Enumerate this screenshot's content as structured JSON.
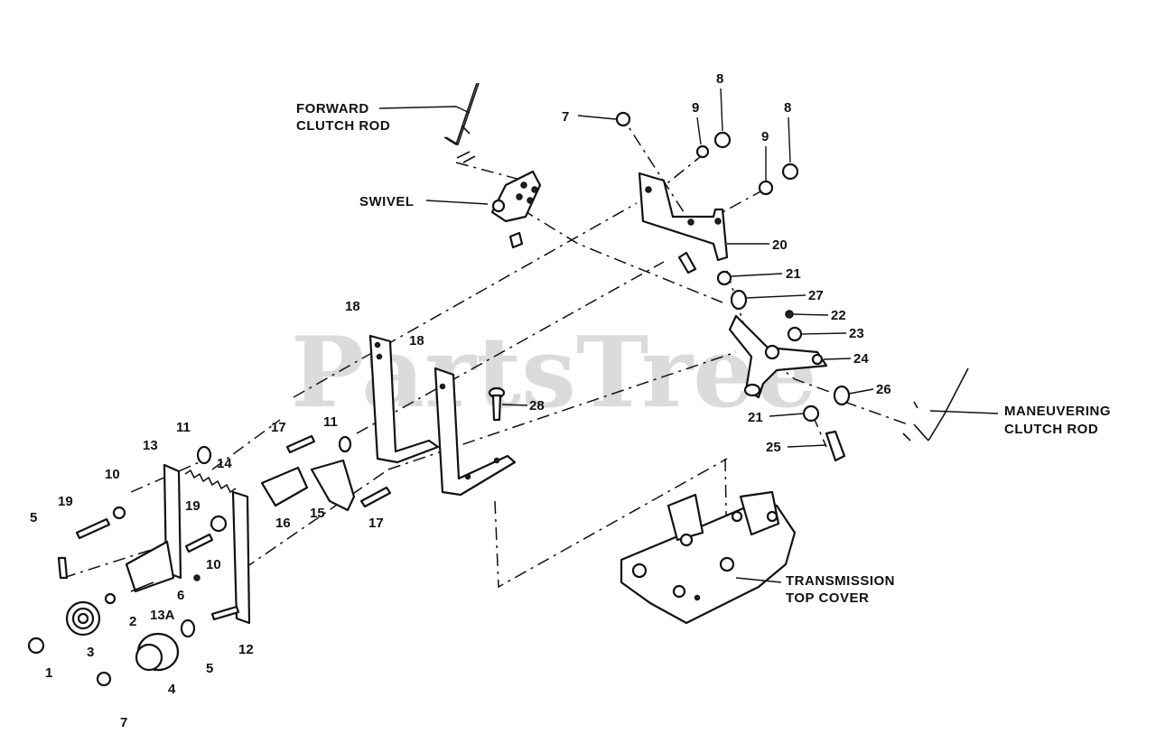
{
  "watermark": "PartsTree",
  "captions": {
    "forward": [
      "FORWARD",
      "CLUTCH ROD"
    ],
    "swivel": "SWIVEL",
    "maneuvering": [
      "MANEUVERING",
      "CLUTCH ROD"
    ],
    "transmission": [
      "TRANSMISSION",
      "TOP COVER"
    ]
  },
  "callouts": [
    "1",
    "2",
    "3",
    "4",
    "5",
    "5",
    "6",
    "7",
    "7",
    "8",
    "8",
    "9",
    "9",
    "10",
    "10",
    "11",
    "11",
    "12",
    "13",
    "13A",
    "14",
    "15",
    "16",
    "17",
    "17",
    "18",
    "18",
    "19",
    "19",
    "20",
    "21",
    "21",
    "22",
    "23",
    "24",
    "25",
    "26",
    "27",
    "28"
  ]
}
